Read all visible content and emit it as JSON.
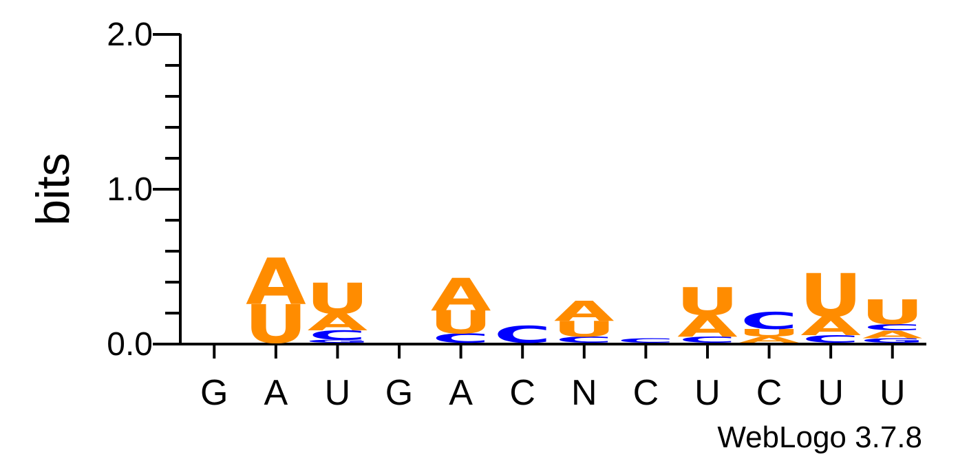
{
  "chart_data": {
    "type": "sequence-logo",
    "ylabel": "bits",
    "ylim": [
      0,
      2
    ],
    "y_ticks": [
      "0.0",
      "1.0",
      "2.0"
    ],
    "x_labels": [
      "G",
      "A",
      "U",
      "G",
      "A",
      "C",
      "N",
      "C",
      "U",
      "C",
      "U",
      "U"
    ],
    "credit": "WebLogo 3.7.8",
    "colors": {
      "A": "#ff8c00",
      "U": "#ff8c00",
      "C": "#0000ff",
      "G": "#0000ff"
    },
    "positions": [
      {
        "label": "G",
        "stack": []
      },
      {
        "label": "A",
        "stack": [
          {
            "letter": "U",
            "bits": 0.25
          },
          {
            "letter": "A",
            "bits": 0.3
          }
        ]
      },
      {
        "label": "U",
        "stack": [
          {
            "letter": "G",
            "bits": 0.02
          },
          {
            "letter": "C",
            "bits": 0.06
          },
          {
            "letter": "A",
            "bits": 0.11
          },
          {
            "letter": "U",
            "bits": 0.2
          }
        ]
      },
      {
        "label": "G",
        "stack": []
      },
      {
        "label": "A",
        "stack": [
          {
            "letter": "C",
            "bits": 0.06
          },
          {
            "letter": "U",
            "bits": 0.15
          },
          {
            "letter": "A",
            "bits": 0.21
          }
        ]
      },
      {
        "label": "C",
        "stack": [
          {
            "letter": "C",
            "bits": 0.11
          }
        ]
      },
      {
        "label": "N",
        "stack": [
          {
            "letter": "C",
            "bits": 0.04
          },
          {
            "letter": "U",
            "bits": 0.1
          },
          {
            "letter": "A",
            "bits": 0.13
          }
        ]
      },
      {
        "label": "C",
        "stack": [
          {
            "letter": "C",
            "bits": 0.03
          }
        ]
      },
      {
        "label": "U",
        "stack": [
          {
            "letter": "C",
            "bits": 0.04
          },
          {
            "letter": "A",
            "bits": 0.14
          },
          {
            "letter": "U",
            "bits": 0.18
          }
        ]
      },
      {
        "label": "C",
        "stack": [
          {
            "letter": "A",
            "bits": 0.04
          },
          {
            "letter": "U",
            "bits": 0.05
          },
          {
            "letter": "C",
            "bits": 0.11
          }
        ]
      },
      {
        "label": "U",
        "stack": [
          {
            "letter": "C",
            "bits": 0.05
          },
          {
            "letter": "A",
            "bits": 0.12
          },
          {
            "letter": "U",
            "bits": 0.28
          }
        ]
      },
      {
        "label": "U",
        "stack": [
          {
            "letter": "G",
            "bits": 0.03
          },
          {
            "letter": "A",
            "bits": 0.05
          },
          {
            "letter": "C",
            "bits": 0.04
          },
          {
            "letter": "U",
            "bits": 0.16
          }
        ]
      }
    ]
  }
}
